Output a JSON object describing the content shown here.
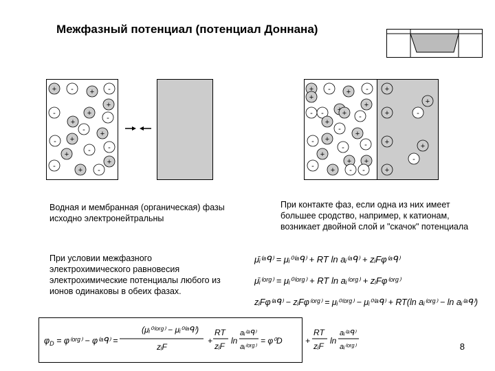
{
  "title": "Межфазный потенциал (потенциал Доннана)",
  "caption_left": "Водная и мембранная (органическая) фазы исходно электронейтральны",
  "caption_right": "При контакте фаз, если одна из них имеет большее сродство, например, к катионам, возникает двойной слой и \"скачок\" потенциала",
  "caption_equilibrium": "При условии межфазного электрохимического равновесия электрохимические потенциалы любого из ионов одинаковы в обеих фазах.",
  "plus_sign": "+",
  "minus_sign": "-",
  "formulas": {
    "eq1": "μ̄i(aq) = μi0(aq) + RT ln ai(aq) + ziFφ(aq)",
    "eq2": "μ̄i(org) = μi0(org) + RT ln ai(org) + ziFφ(org)",
    "eq3": "ziFφ(aq) − ziFφ(org) = μi0(org) − μi0(aq) + RT(ln ai(org) − ln ai(aq))",
    "donnan": "φD = φ(org) − φ(aq) = (μi0(org) − μi0(aq)) / ziF + RT/ziF · ln(ai(aq)/ai(org)) = φ0D + RT/ziF · ln(ai(aq)/ai(org))"
  },
  "page_number": "8",
  "colors": {
    "panel_fill": "#cccccc",
    "ion_fill": "#cccccc",
    "border": "#000000"
  }
}
